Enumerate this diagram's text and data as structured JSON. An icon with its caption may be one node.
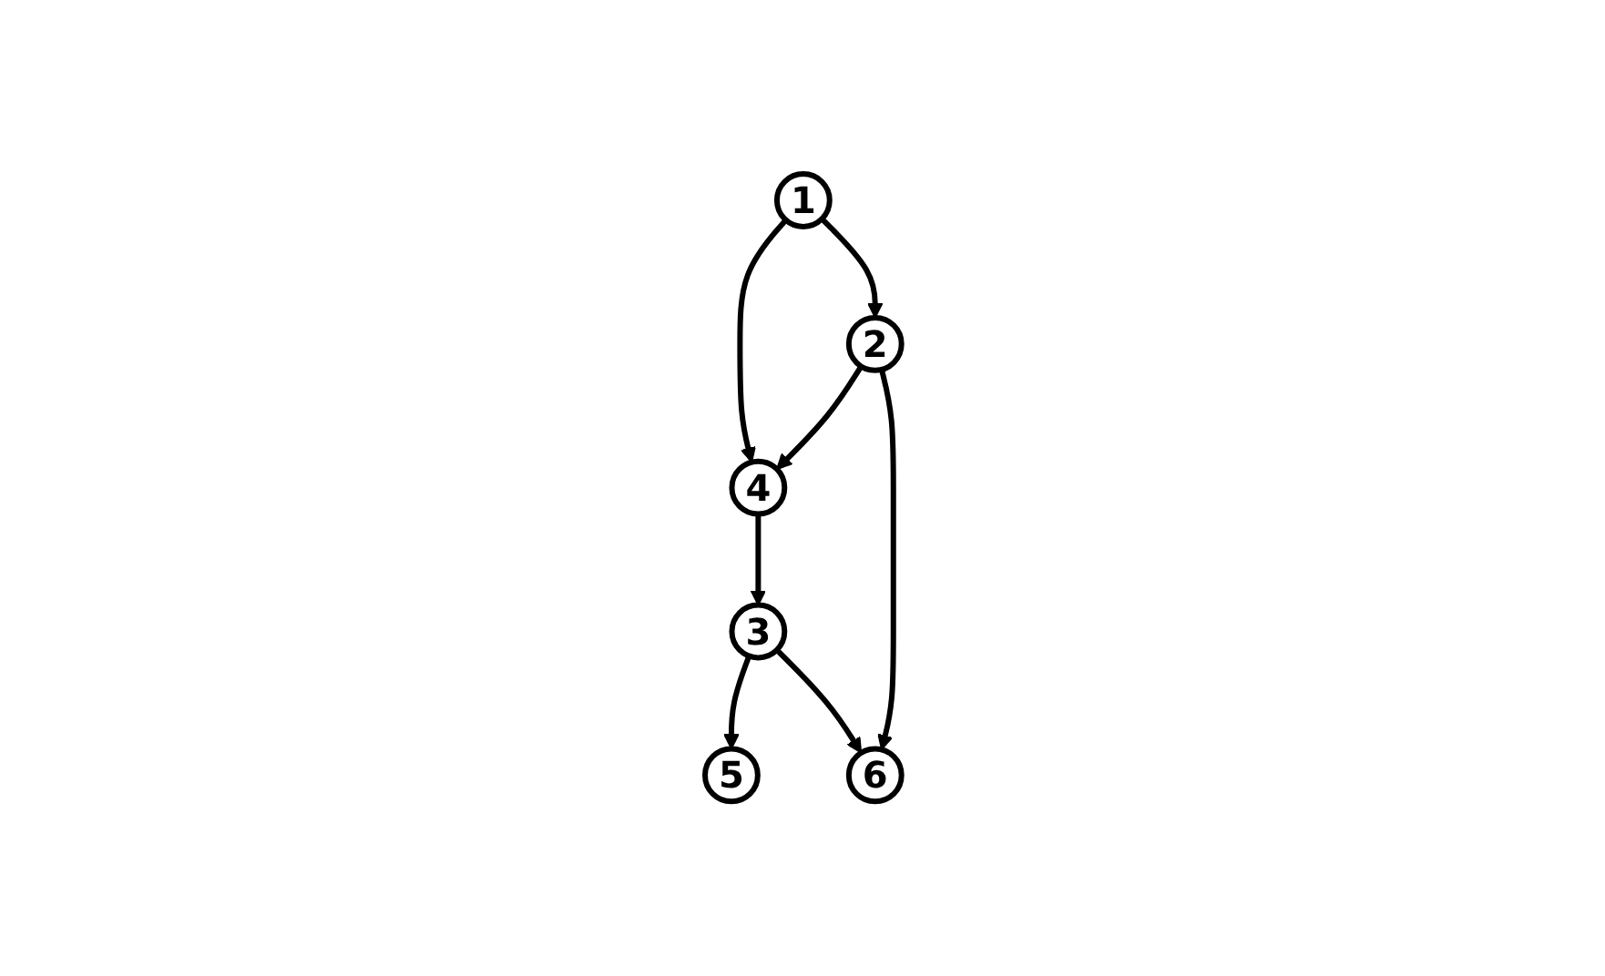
{
  "diagram": {
    "nodes": [
      {
        "text": [
          "1"
        ]
      },
      {
        "text": [
          "2"
        ]
      },
      {
        "text": [
          "3"
        ]
      },
      {
        "text": [
          "4"
        ]
      },
      {
        "text": [
          "5"
        ]
      },
      {
        "text": [
          "6"
        ]
      }
    ],
    "edges": [
      {
        "from": 0,
        "to": 3,
        "arrow": "to"
      },
      {
        "from": 0,
        "to": 1,
        "arrow": "to"
      },
      {
        "from": 1,
        "to": 3,
        "arrow": "to"
      },
      {
        "from": 3,
        "to": 2,
        "arrow": "to"
      },
      {
        "from": 2,
        "to": 4,
        "arrow": "to"
      },
      {
        "from": 1,
        "to": 5,
        "arrow": "to"
      },
      {
        "from": 2,
        "to": 5,
        "arrow": "to"
      }
    ]
  }
}
